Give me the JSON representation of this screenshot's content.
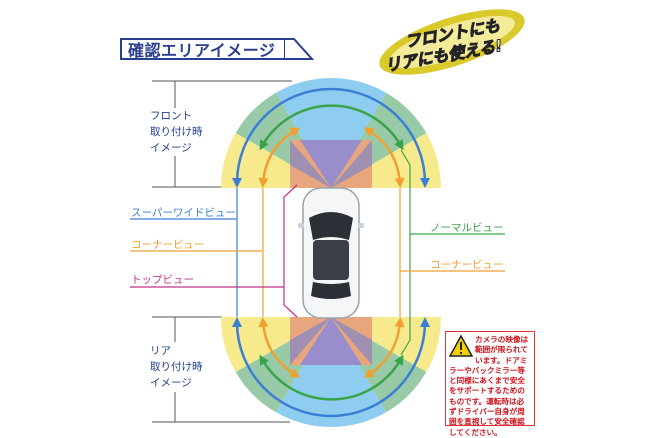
{
  "title": "確認エリアイメージ",
  "badge": {
    "line1": "フロントにも",
    "line2": "リアにも使える!"
  },
  "front_label": {
    "line1": "フロント",
    "line2": "取り付け時",
    "line3": "イメージ"
  },
  "rear_label": {
    "line1": "リア",
    "line2": "取り付け時",
    "line3": "イメージ"
  },
  "left_labels": {
    "super_wide": "スーパーワイドビュー",
    "corner": "コーナービュー",
    "top": "トップビュー"
  },
  "right_labels": {
    "normal": "ノーマルビュー",
    "corner": "コーナービュー"
  },
  "warning": "カメラの映像は範囲が限られています。ドアミラーやバックミラー等と同様にあくまで安全をサポートするためのものです。運転時は必ずドライバー自身が周囲を直視して安全確認してください。",
  "colors": {
    "navy": "#2a3d8f",
    "blue": "#3a7fd5",
    "green": "#3aa34a",
    "orange": "#f0a030",
    "magenta": "#c0308a",
    "yellow_zone": "#f7ea8c",
    "green_zone": "#98caa8",
    "blue_zone": "#8fcdf0",
    "purple_zone": "#9a8dcc",
    "orange_zone": "#e7a67e",
    "warning_red": "#d0121b"
  }
}
